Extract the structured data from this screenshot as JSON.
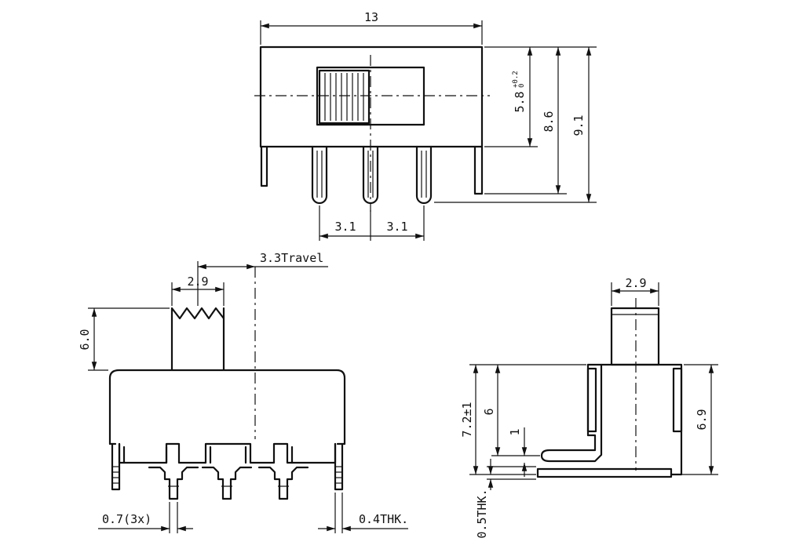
{
  "dimensions": {
    "top_width": "13",
    "actuator_height": "5.8",
    "actuator_tol_plus": "+0.2",
    "actuator_tol_minus": "0",
    "body_height": "8.6",
    "total_height": "9.1",
    "pin_pitch_left": "3.1",
    "pin_pitch_right": "3.1",
    "travel": "3.3Travel",
    "knob_width_front": "2.9",
    "knob_height": "6.0",
    "pin_width": "0.7(3x)",
    "frame_thickness": "0.4THK.",
    "knob_width_side": "2.9",
    "height_tol": "7.2±1",
    "inner_height": "6",
    "offset": "1",
    "side_height": "6.9",
    "base_thickness": "0.5THK."
  }
}
